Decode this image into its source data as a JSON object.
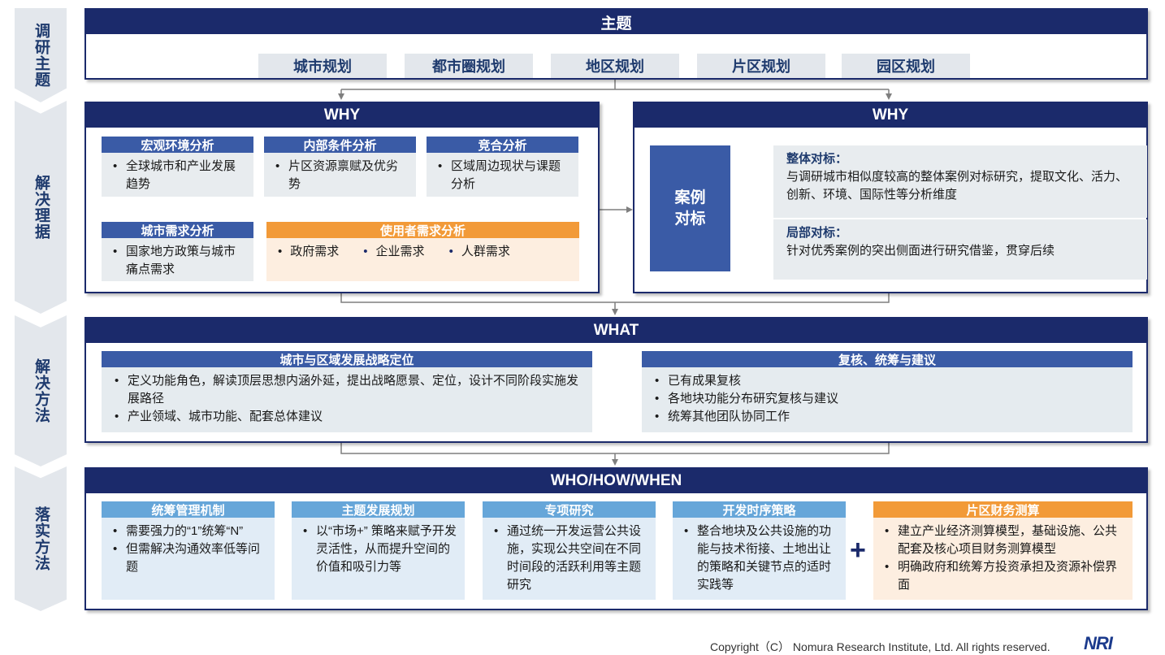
{
  "sections": {
    "s1": "调研主题",
    "s2": "解决理据",
    "s3": "解决方法",
    "s4": "落实方法"
  },
  "theme": {
    "title": "主题",
    "items": [
      "城市规划",
      "都市圈规划",
      "地区规划",
      "片区规划",
      "园区规划"
    ]
  },
  "why_left": {
    "title": "WHY",
    "macro": {
      "title": "宏观环境分析",
      "items": [
        "全球城市和产业发展趋势"
      ]
    },
    "internal": {
      "title": "内部条件分析",
      "items": [
        "片区资源禀赋及优劣势"
      ]
    },
    "compete": {
      "title": "竞合分析",
      "items": [
        "区域周边现状与课题分析"
      ]
    },
    "city_need": {
      "title": "城市需求分析",
      "items": [
        "国家地方政策与城市痛点需求"
      ]
    },
    "user_need": {
      "title": "使用者需求分析",
      "items": [
        "政府需求",
        "企业需求",
        "人群需求"
      ]
    }
  },
  "why_right": {
    "title": "WHY",
    "case_line1": "案例",
    "case_line2": "对标",
    "overall": {
      "title": "整体对标：",
      "text": "与调研城市相似度较高的整体案例对标研究，提取文化、活力、创新、环境、国际性等分析维度"
    },
    "partial": {
      "title": "局部对标：",
      "text": "针对优秀案例的突出侧面进行研究借鉴，贯穿后续"
    }
  },
  "what": {
    "title": "WHAT",
    "left": {
      "title": "城市与区域发展战略定位",
      "items": [
        "定义功能角色，解读顶层思想内涵外延，提出战略愿景、定位，设计不同阶段实施发展路径",
        "产业领域、城市功能、配套总体建议"
      ]
    },
    "right": {
      "title": "复核、统筹与建议",
      "items": [
        "已有成果复核",
        "各地块功能分布研究复核与建议",
        "统筹其他团队协同工作"
      ]
    }
  },
  "who": {
    "title": "WHO/HOW/WHEN",
    "b1": {
      "title": "统筹管理机制",
      "items": [
        "需要强力的“1”统筹“N”",
        "但需解决沟通效率低等问题"
      ]
    },
    "b2": {
      "title": "主题发展规划",
      "items": [
        "以“市场+” 策略来赋予开发灵活性，从而提升空间的价值和吸引力等"
      ]
    },
    "b3": {
      "title": "专项研究",
      "items": [
        "通过统一开发运营公共设施，实现公共空间在不同时间段的活跃利用等主题研究"
      ]
    },
    "b4": {
      "title": "开发时序策略",
      "items": [
        "整合地块及公共设施的功能与技术衔接、土地出让的策略和关键节点的适时实践等"
      ]
    },
    "b5": {
      "title": "片区财务测算",
      "items": [
        "建立产业经济测算模型，基础设施、公共配套及核心项目财务测算模型",
        "明确政府和统筹方投资承担及资源补偿界面"
      ]
    }
  },
  "footer": {
    "copyright": "Copyright（C） Nomura Research Institute, Ltd. All rights reserved.",
    "logo": "NRI"
  },
  "colors": {
    "navy": "#1b2a6b",
    "blue": "#3a5ba6",
    "orange": "#f29a38",
    "light_blue": "#66a6d9"
  }
}
